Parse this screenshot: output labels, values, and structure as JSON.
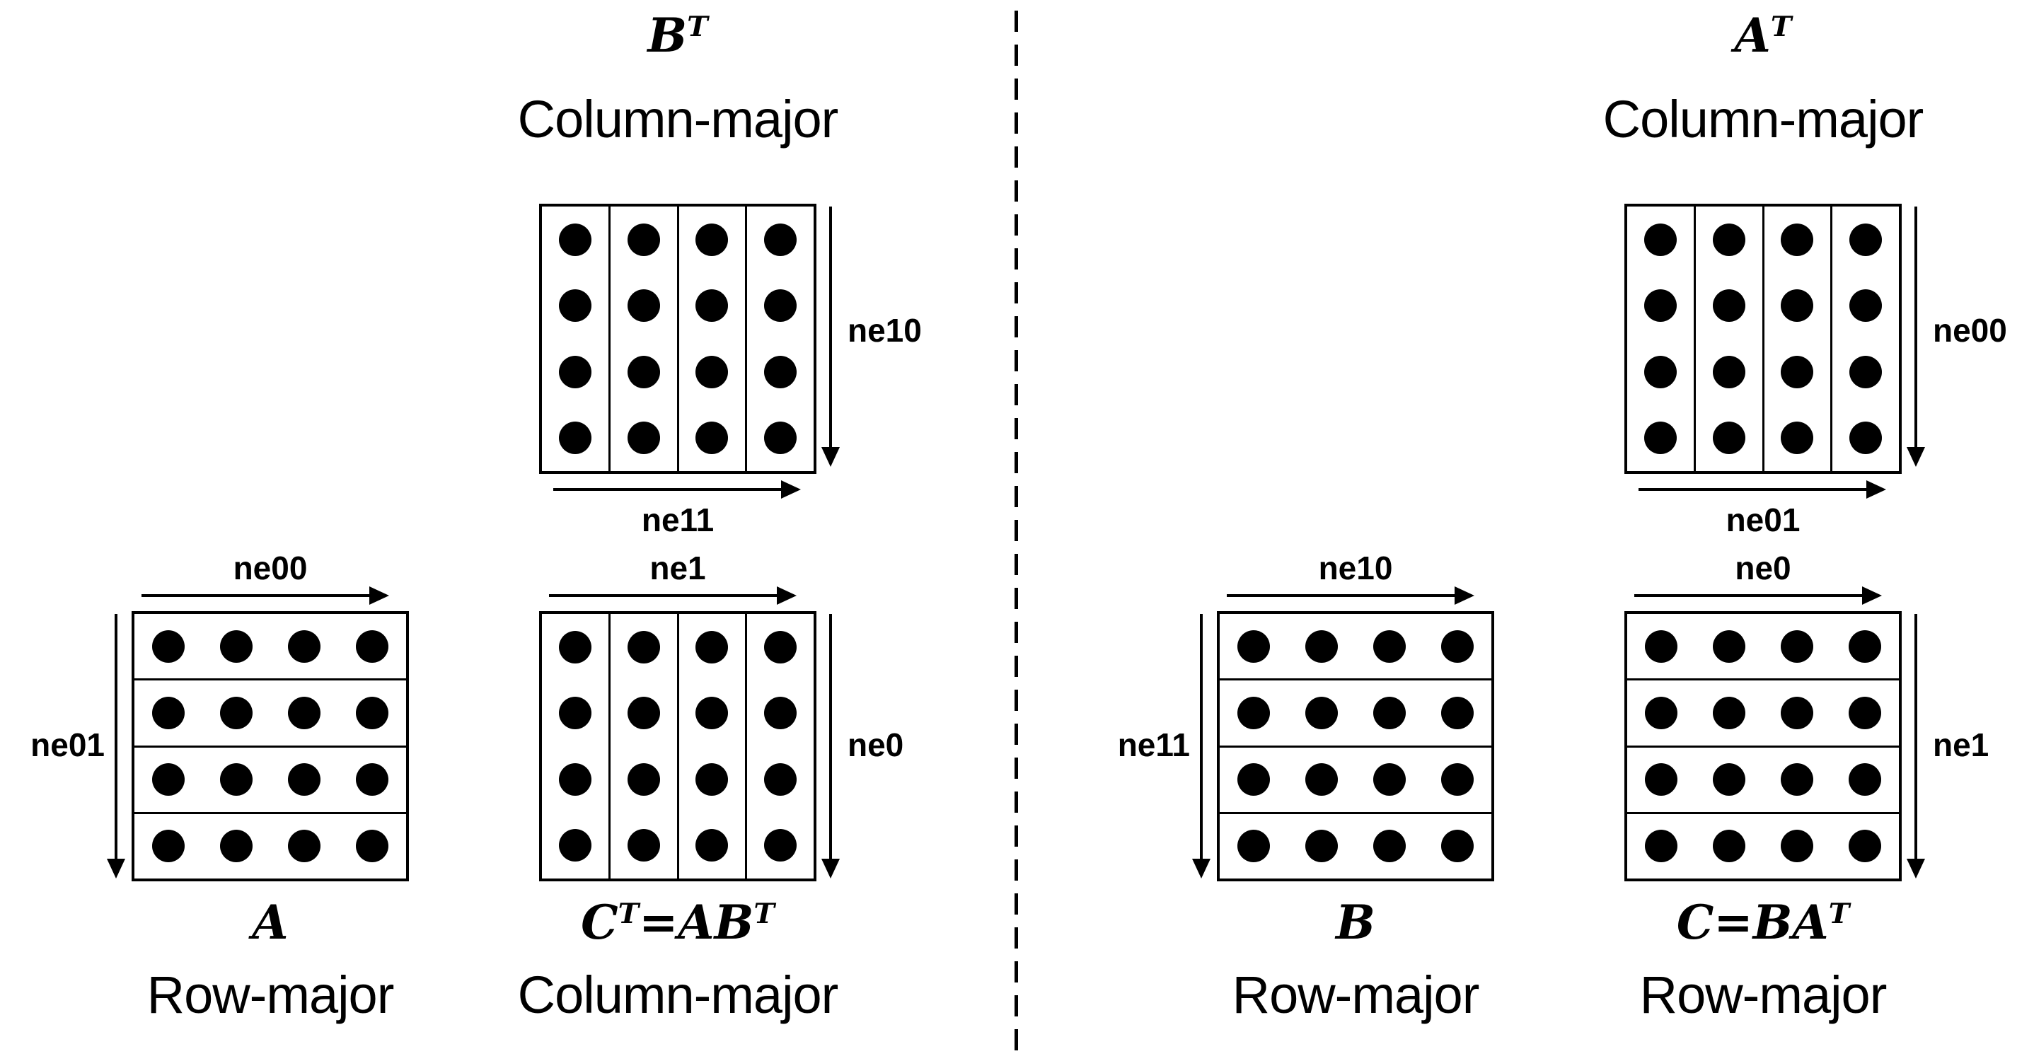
{
  "diagram": {
    "background": "#ffffff",
    "ink_color": "#000000",
    "divider_style": "dashed-vertical-line"
  },
  "matrices": {
    "bt": {
      "title": [
        {
          "text": "B"
        },
        {
          "text": "T",
          "sup": true
        }
      ],
      "subtitle": "Column-major",
      "orientation": "column",
      "rows": 4,
      "cols": 4,
      "labels": {
        "right": "ne10",
        "bottom": "ne11"
      }
    },
    "a": {
      "title": [
        {
          "text": "A"
        }
      ],
      "subtitle": "Row-major",
      "orientation": "row",
      "rows": 4,
      "cols": 4,
      "labels": {
        "top": "ne00",
        "left": "ne01"
      }
    },
    "ct": {
      "title": [
        {
          "text": "C"
        },
        {
          "text": "T",
          "sup": true
        },
        {
          "text": "=AB"
        },
        {
          "text": "T",
          "sup": true
        }
      ],
      "subtitle": "Column-major",
      "orientation": "column",
      "rows": 4,
      "cols": 4,
      "labels": {
        "top": "ne1",
        "right": "ne0"
      }
    },
    "b": {
      "title": [
        {
          "text": "B"
        }
      ],
      "subtitle": "Row-major",
      "orientation": "row",
      "rows": 4,
      "cols": 4,
      "labels": {
        "top": "ne10",
        "left": "ne11"
      }
    },
    "at": {
      "title": [
        {
          "text": "A"
        },
        {
          "text": "T",
          "sup": true
        }
      ],
      "subtitle": "Column-major",
      "orientation": "column",
      "rows": 4,
      "cols": 4,
      "labels": {
        "right": "ne00",
        "bottom": "ne01"
      }
    },
    "c": {
      "title": [
        {
          "text": "C=BA"
        },
        {
          "text": "T",
          "sup": true
        }
      ],
      "subtitle": "Row-major",
      "orientation": "row",
      "rows": 4,
      "cols": 4,
      "labels": {
        "top": "ne0",
        "right": "ne1"
      }
    }
  }
}
